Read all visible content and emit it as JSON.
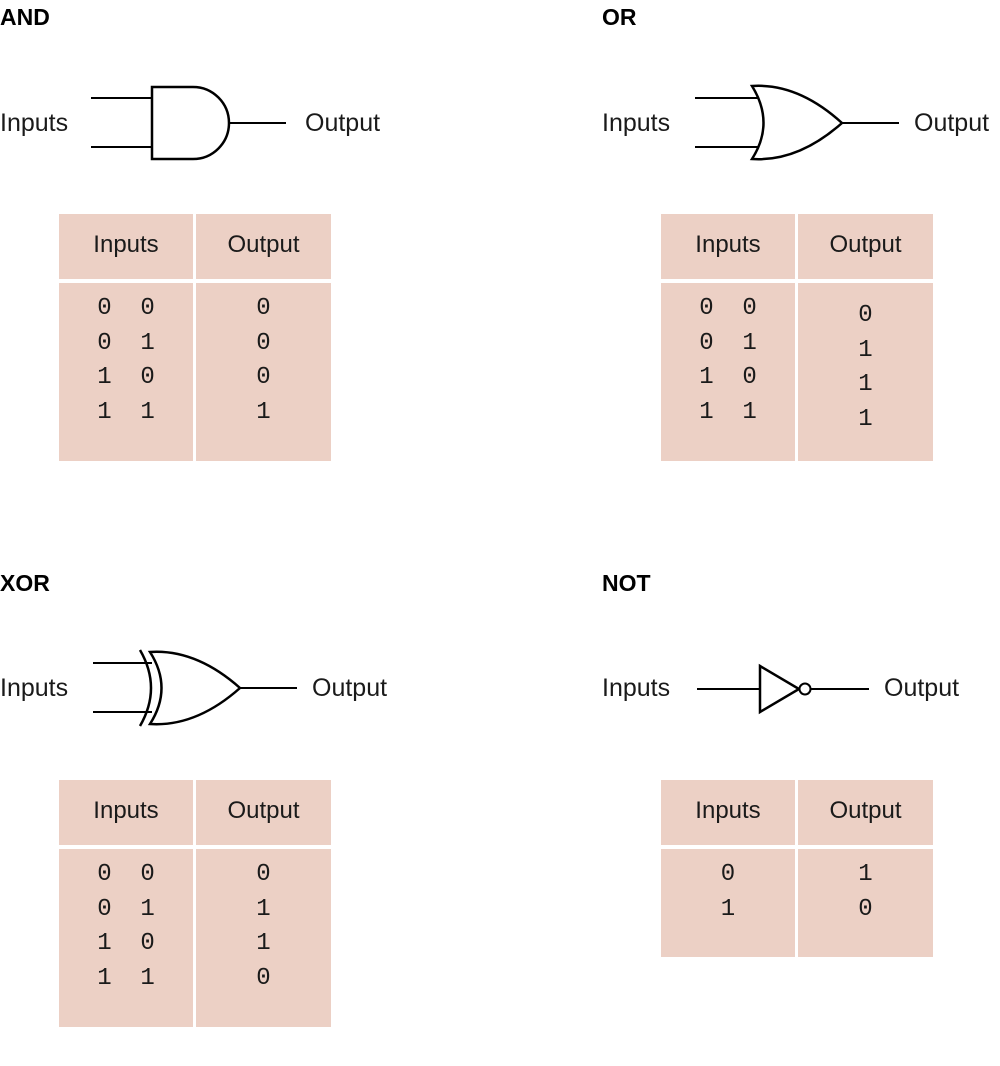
{
  "gates": {
    "and": {
      "title": "AND",
      "input_label": "Inputs",
      "output_label": "Output",
      "table": {
        "headers": [
          "Inputs",
          "Output"
        ],
        "inputs": [
          "0  0",
          "0  1",
          "1  0",
          "1  1"
        ],
        "outputs": [
          "0",
          "0",
          "0",
          "1"
        ]
      }
    },
    "or": {
      "title": "OR",
      "input_label": "Inputs",
      "output_label": "Output",
      "table": {
        "headers": [
          "Inputs",
          "Output"
        ],
        "inputs": [
          "0  0",
          "0  1",
          "1  0",
          "1  1"
        ],
        "outputs": [
          "0",
          "1",
          "1",
          "1"
        ]
      }
    },
    "xor": {
      "title": "XOR",
      "input_label": "Inputs",
      "output_label": "Output",
      "table": {
        "headers": [
          "Inputs",
          "Output"
        ],
        "inputs": [
          "0  0",
          "0  1",
          "1  0",
          "1  1"
        ],
        "outputs": [
          "0",
          "1",
          "1",
          "0"
        ]
      }
    },
    "not": {
      "title": "NOT",
      "input_label": "Inputs",
      "output_label": "Output",
      "table": {
        "headers": [
          "Inputs",
          "Output"
        ],
        "inputs": [
          "0",
          "1"
        ],
        "outputs": [
          "1",
          "0"
        ]
      }
    }
  },
  "colors": {
    "table_fill": "#ecd0c5",
    "line": "#000000"
  }
}
